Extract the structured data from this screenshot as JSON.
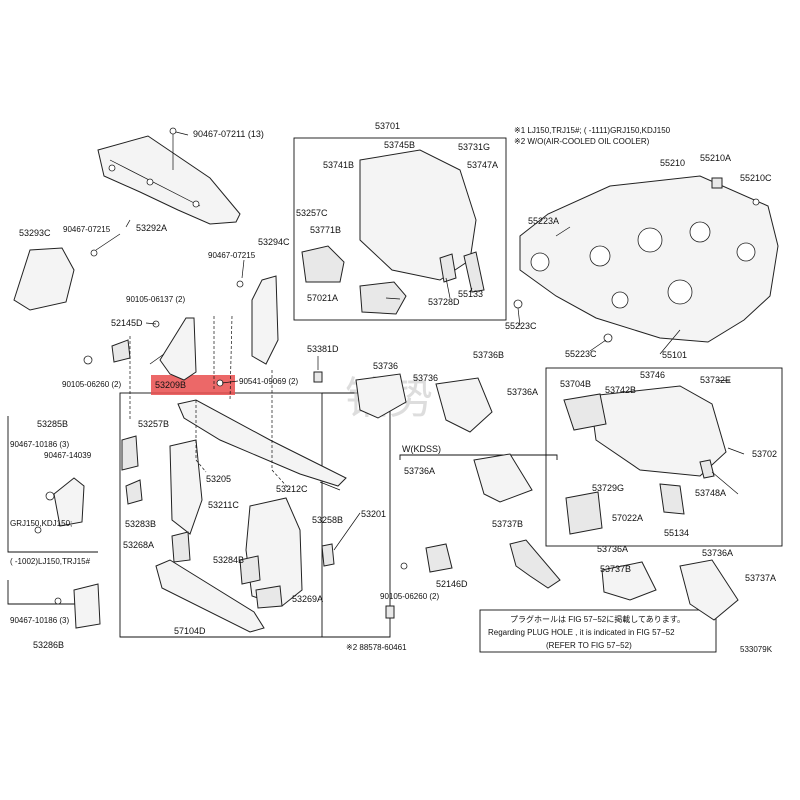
{
  "labels": {
    "l53701": "53701",
    "l53745B": "53745B",
    "l53731G": "53731G",
    "l53741B": "53741B",
    "l53747A": "53747A",
    "l53257C": "53257C",
    "l53771B": "53771B",
    "l57021A": "57021A",
    "l53728D": "53728D",
    "l55133": "55133",
    "l9046707211": "90467-07211 (13)",
    "l53292A": "53292A",
    "l53293C": "53293C",
    "l9046707215a": "90467-07215",
    "l9046707215b": "90467-07215",
    "l53294C": "53294C",
    "l9010506137": "90105-06137 (2)",
    "l52145D": "52145D",
    "l9010506260a": "90105-06260 (2)",
    "l53209B": "53209B",
    "l9054109069": "90541-09069 (2)",
    "l53381D": "53381D",
    "l53285B": "53285B",
    "l9046710186a": "90467-10186 (3)",
    "l9046714039": "90467-14039",
    "l53257B": "53257B",
    "l53205": "53205",
    "l53211C": "53211C",
    "l53212C": "53212C",
    "l53201": "53201",
    "l53258B": "53258B",
    "l53283B": "53283B",
    "l53268A": "53268A",
    "l53284B": "53284B",
    "l53269A": "53269A",
    "l57104D": "57104D",
    "l52146D": "52146D",
    "l9010506260b": "90105-06260 (2)",
    "l88578": "※2 88578-60461",
    "lgrj1": "GRJ150,KDJ150;",
    "lgrj2": "(      -1002)LJ150,TRJ15#",
    "l9046710186b": "90467-10186 (3)",
    "l53286B": "53286B",
    "l53736a": "53736",
    "l53736b": "53736",
    "l53736B": "53736B",
    "l53736A1": "53736A",
    "lwkdss": "W(KDSS)",
    "l53736A2": "53736A",
    "l53737B": "53737B",
    "l53736A3": "53736A",
    "l53736A4": "53736A",
    "l53737B2": "53737B",
    "l53737A": "53737A",
    "note1": "※1 LJ150,TRJ15#;  (      -1111)GRJ150,KDJ150",
    "note2": "※2 W/O(AIR-COOLED OIL COOLER)",
    "l55210": "55210",
    "l55210A": "55210A",
    "l55210C": "55210C",
    "l55223A": "55223A",
    "l55223C": "55223C",
    "l55223C2": "55223C",
    "l55101": "55101",
    "l53704B": "53704B",
    "l53742B": "53742B",
    "l53746": "53746",
    "l53732E": "53732E",
    "l53702": "53702",
    "l53729G": "53729G",
    "l53748A": "53748A",
    "l57022A": "57022A",
    "l55134": "55134",
    "plug1": "プラグホールは FIG 57−52に掲載してあります。",
    "plug2": "Regarding  PLUG  HOLE , it is indicated in  FIG  57−52",
    "plug3": "(REFER  TO  FIG  57−52)",
    "code": "533079K",
    "wm": "铂势"
  }
}
